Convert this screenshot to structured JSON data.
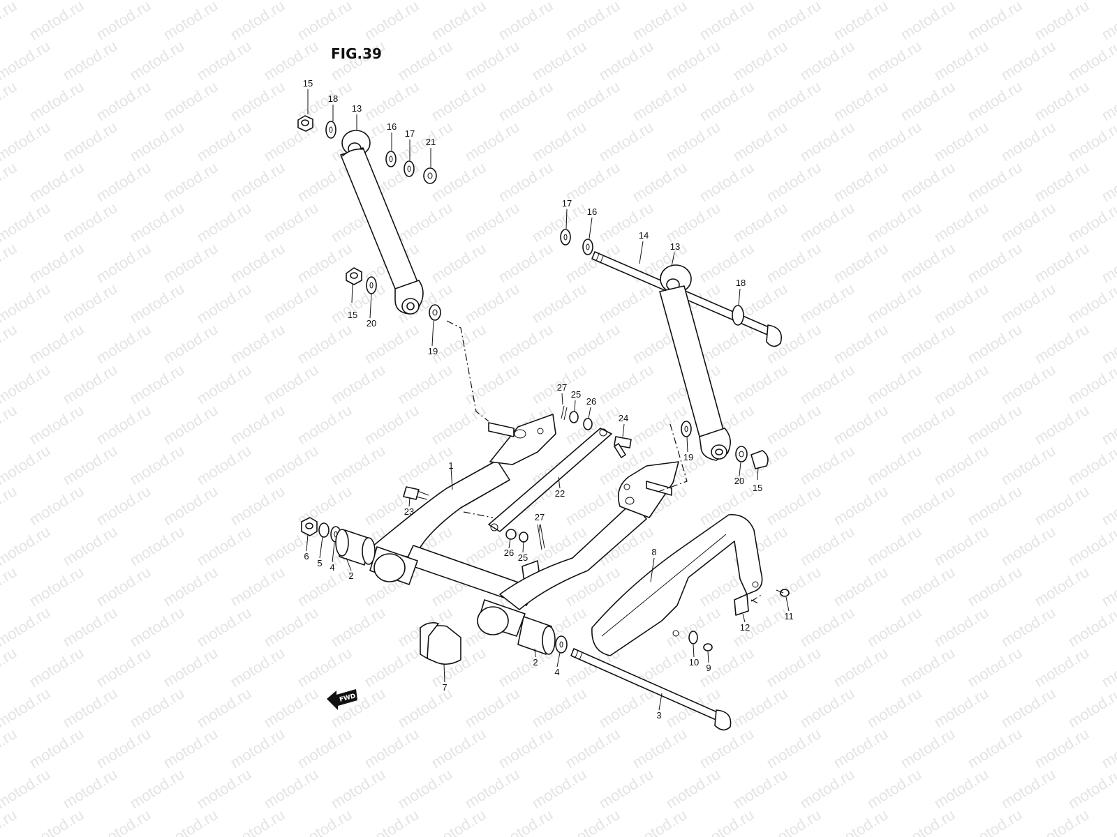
{
  "figure": {
    "title": "FIG.39"
  },
  "watermark": {
    "text": "motod.ru"
  },
  "fwd_badge": {
    "text": "FWD"
  },
  "callouts": [
    {
      "num": "15"
    },
    {
      "num": "18"
    },
    {
      "num": "13"
    },
    {
      "num": "16"
    },
    {
      "num": "17"
    },
    {
      "num": "21"
    },
    {
      "num": "15"
    },
    {
      "num": "20"
    },
    {
      "num": "19"
    },
    {
      "num": "17"
    },
    {
      "num": "16"
    },
    {
      "num": "14"
    },
    {
      "num": "13"
    },
    {
      "num": "18"
    },
    {
      "num": "27"
    },
    {
      "num": "25"
    },
    {
      "num": "26"
    },
    {
      "num": "24"
    },
    {
      "num": "19"
    },
    {
      "num": "20"
    },
    {
      "num": "15"
    },
    {
      "num": "1"
    },
    {
      "num": "22"
    },
    {
      "num": "23"
    },
    {
      "num": "27"
    },
    {
      "num": "26"
    },
    {
      "num": "25"
    },
    {
      "num": "6"
    },
    {
      "num": "5"
    },
    {
      "num": "4"
    },
    {
      "num": "2"
    },
    {
      "num": "8"
    },
    {
      "num": "11"
    },
    {
      "num": "12"
    },
    {
      "num": "7"
    },
    {
      "num": "2"
    },
    {
      "num": "4"
    },
    {
      "num": "10"
    },
    {
      "num": "9"
    },
    {
      "num": "3"
    }
  ]
}
